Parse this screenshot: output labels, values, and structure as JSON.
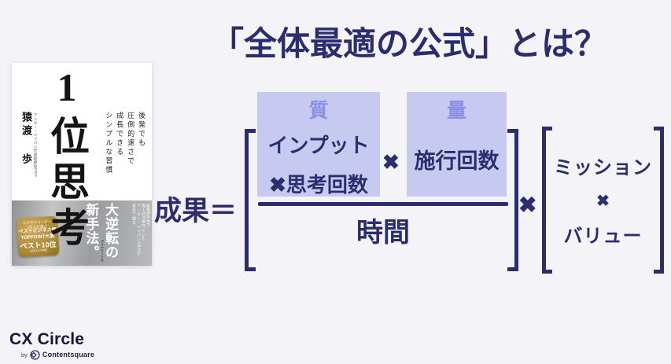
{
  "slide": {
    "background": "#f3f3f8",
    "accent_navy": "#2c2d6f",
    "box_bg": "#c6c9f0",
    "box_label_color": "#8991e4",
    "title": "「全体最適の公式」とは？"
  },
  "book": {
    "main_title": "1位思考",
    "author": "猿渡 歩",
    "author_title": "アンカー・ジャパン代表取締役CEO",
    "tagline_lines": [
      "後発でも",
      "圧倒的速さで",
      "成長できる",
      "シンプルな習慣"
    ],
    "band": {
      "headline_lines": [
        "大逆転の",
        "新手法。"
      ],
      "sub_lines": [
        "創業9年目で",
        "売上300億円にした",
        "アンカー・ジャパンCEOが",
        "初めて語る"
      ],
      "publisher": "ダイヤモンド社"
    },
    "badge_lines": [
      "ビジネスリーダー",
      "1万人が選ぶ",
      "ベストビジネス書",
      "TOPPOINT大賞",
      "ベスト10位",
      "(2023上半期)"
    ]
  },
  "formula": {
    "result": "成果＝",
    "quality": {
      "label": "質",
      "line1": "インプット",
      "line2": "✖思考回数"
    },
    "multiply": "✖",
    "quantity": {
      "label": "量",
      "value": "施行回数"
    },
    "denominator": "時間",
    "second_factor": {
      "line1": "ミッション",
      "times": "✖",
      "line2": "バリュー"
    }
  },
  "footer": {
    "brand": "CX Circle",
    "by": "by",
    "company": "Contentsquare"
  }
}
